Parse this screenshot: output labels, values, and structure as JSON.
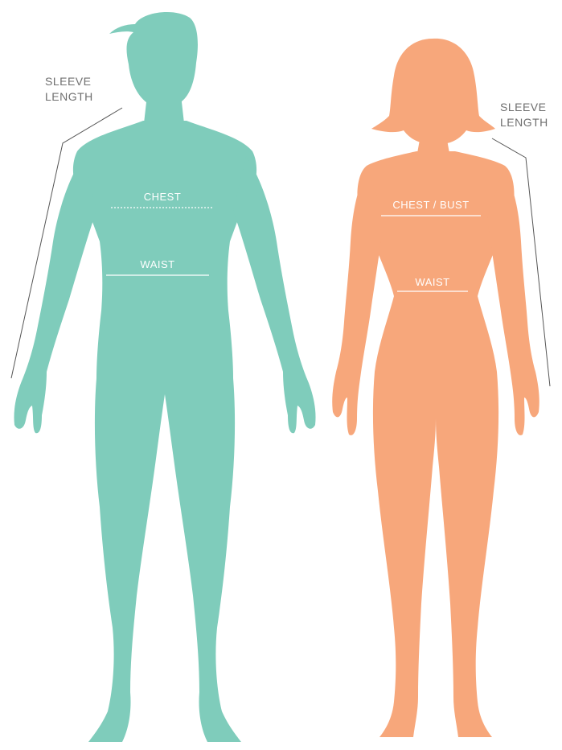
{
  "male": {
    "fill": "#7fccbb",
    "sleeve_line1": "SLEEVE",
    "sleeve_line2": "LENGTH",
    "chest_label": "CHEST",
    "waist_label": "WAIST"
  },
  "female": {
    "fill": "#f7a77b",
    "sleeve_line1": "SLEEVE",
    "sleeve_line2": "LENGTH",
    "chest_label": "CHEST / BUST",
    "waist_label": "WAIST"
  },
  "colors": {
    "label_text": "#6f6f6f",
    "measure_line": "#ffffff",
    "sleeve_line": "#555555"
  }
}
